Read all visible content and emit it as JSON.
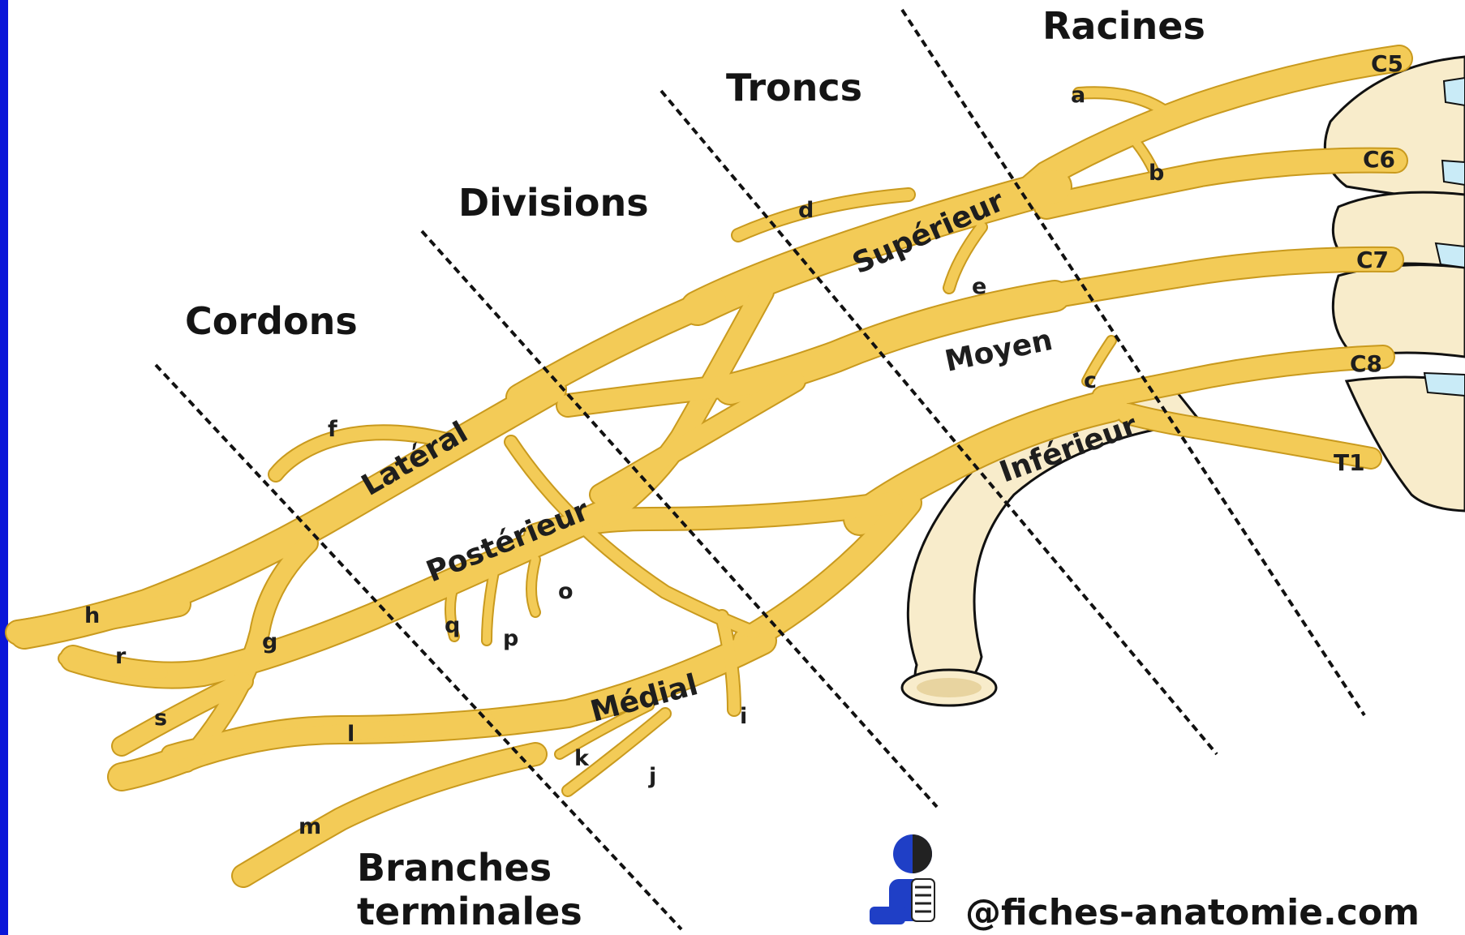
{
  "sections": {
    "racines": "Racines",
    "troncs": "Troncs",
    "divisions": "Divisions",
    "cordons": "Cordons",
    "branches_line1": "Branches",
    "branches_line2": "terminales"
  },
  "roots": {
    "c5": "C5",
    "c6": "C6",
    "c7": "C7",
    "c8": "C8",
    "t1": "T1"
  },
  "trunks": {
    "superior": "Supérieur",
    "middle": "Moyen",
    "inferior": "Inférieur"
  },
  "cords": {
    "lateral": "Latéral",
    "posterior": "Postérieur",
    "medial": "Médial"
  },
  "branch_letters": {
    "a": "a",
    "b": "b",
    "c": "c",
    "d": "d",
    "e": "e",
    "f": "f",
    "g": "g",
    "h": "h",
    "i": "i",
    "j": "j",
    "k": "k",
    "l": "l",
    "m": "m",
    "o": "o",
    "p": "p",
    "q": "q",
    "r": "r",
    "s": "s"
  },
  "watermark": "@fiches-anatomie.com",
  "credit": "@fiches-anatomie.com",
  "colors": {
    "nerve": "#f3cb57",
    "nerve_outline": "#c99a1e",
    "bone": "#f8eccb",
    "disc": "#c9ebf7",
    "edge_bar": "#0a16d8"
  }
}
